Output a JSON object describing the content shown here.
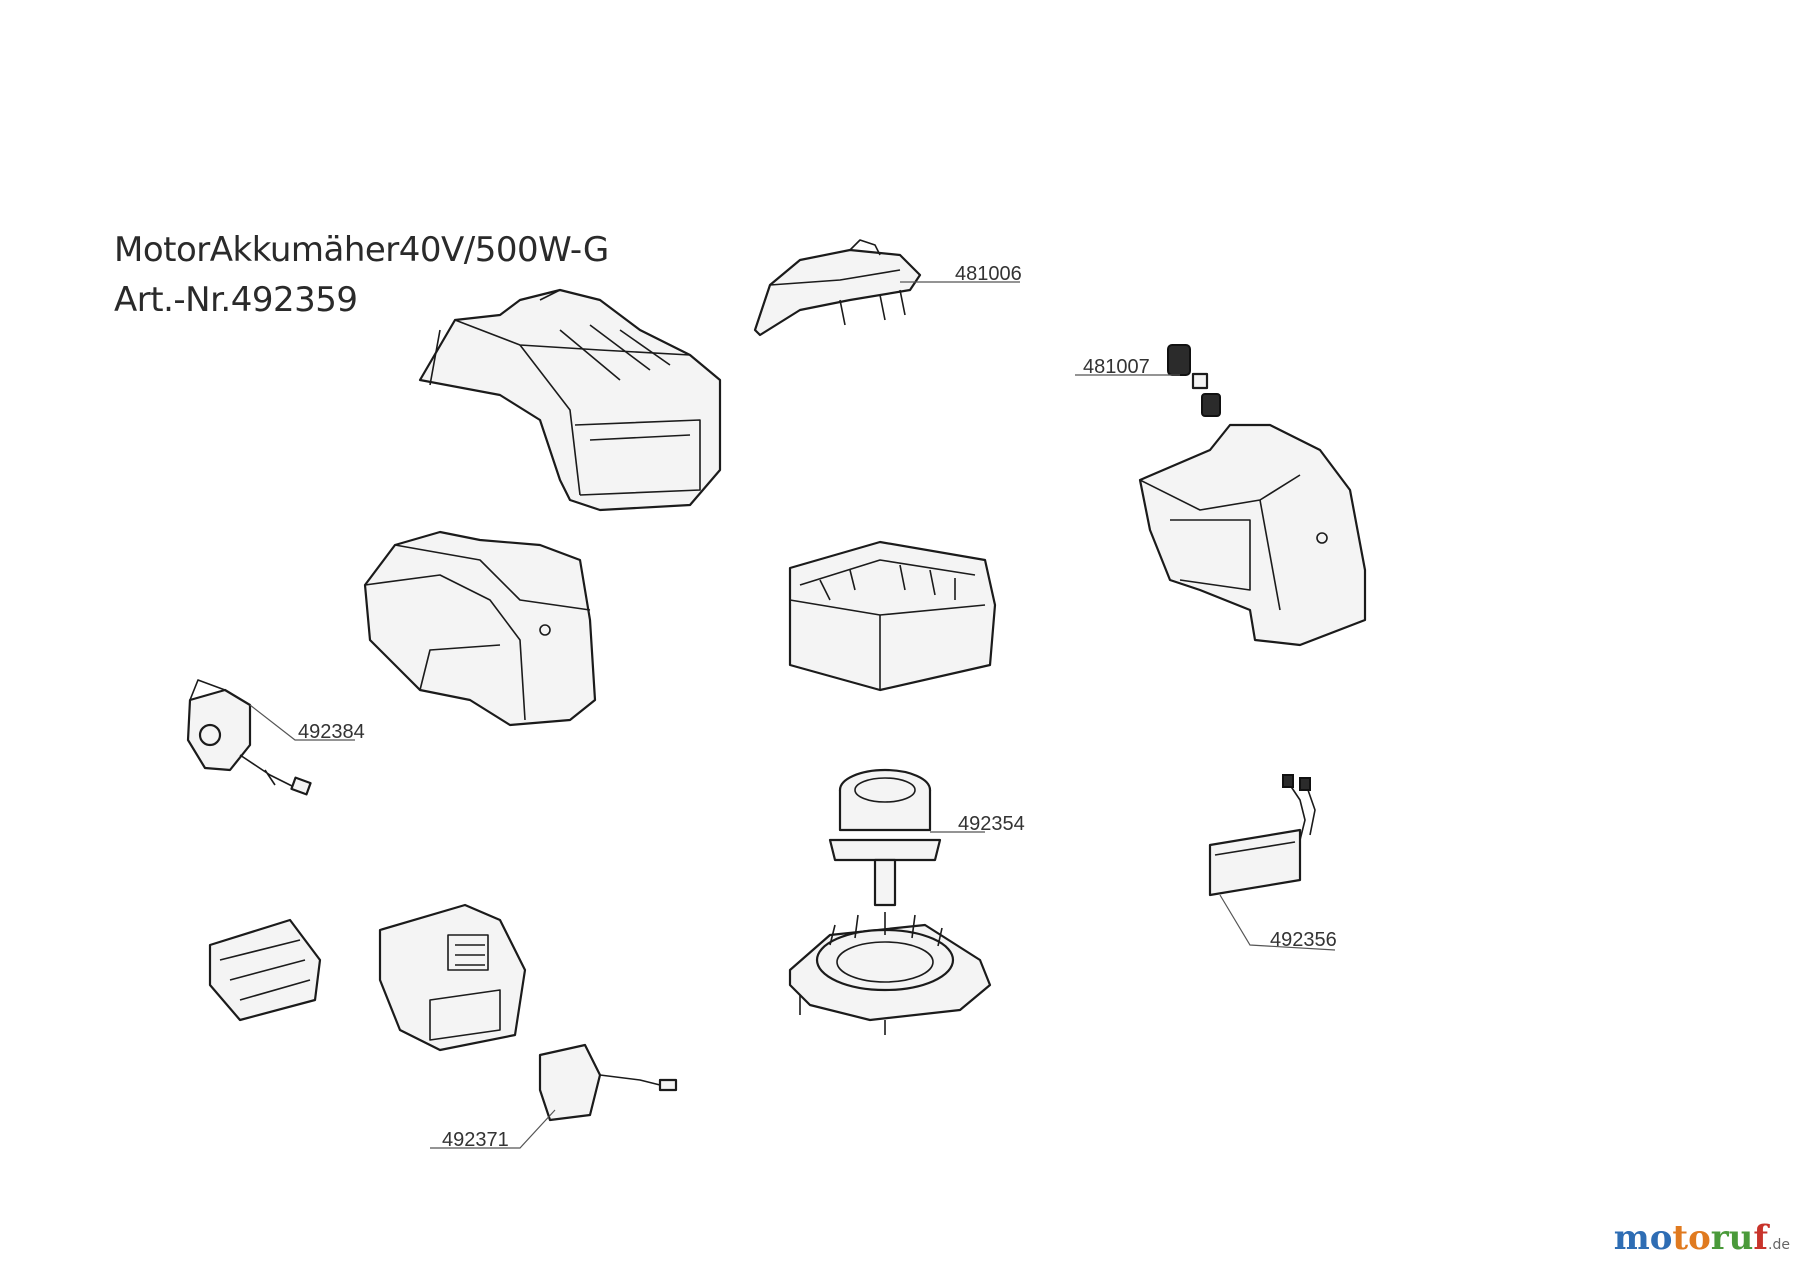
{
  "title": {
    "line1": "MotorAkkumäher40V/500W-G",
    "line2": "Art.-Nr.492359"
  },
  "part_numbers": {
    "top_cover_handle": "481006",
    "safety_key": "481007",
    "switch": "492384",
    "motor": "492354",
    "control_board": "492356",
    "connector": "492371"
  },
  "logo": {
    "p1": "mo",
    "p2": "to",
    "p3": "ru",
    "p4": "f",
    "tld": ".de"
  }
}
